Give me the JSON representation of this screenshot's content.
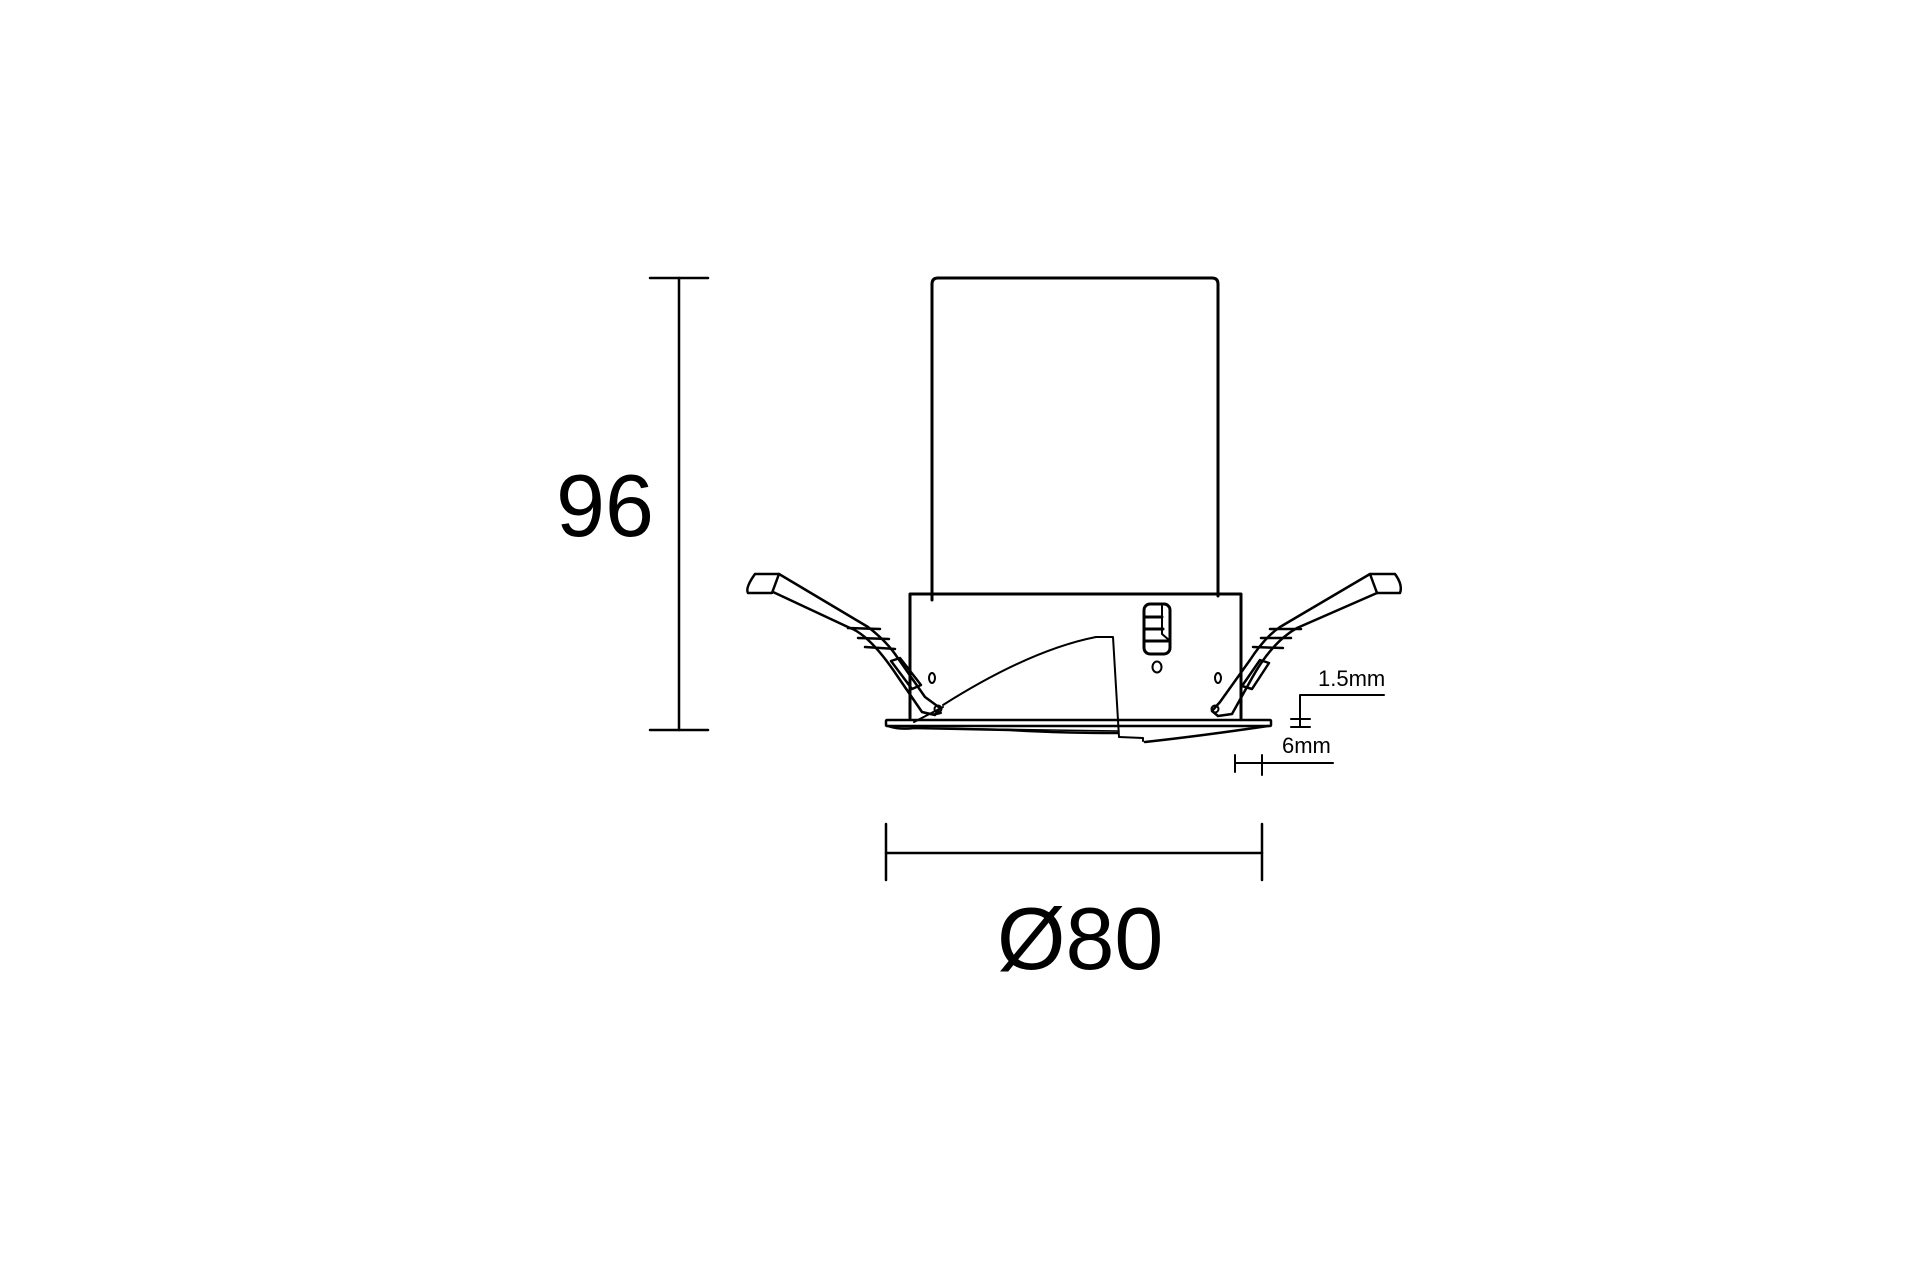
{
  "drawing": {
    "title": "Recessed downlight side-view dimension drawing",
    "units": "mm",
    "background_color": "#ffffff",
    "line_color": "#000000",
    "dimensions": {
      "height": {
        "label": "96",
        "value": 96
      },
      "diameter": {
        "label": "Ø80",
        "value": 80
      },
      "trim_thickness": {
        "label": "1.5mm",
        "value": 1.5
      },
      "trim_overhang": {
        "label": "6mm",
        "value": 6
      }
    },
    "components": [
      "housing-cylinder",
      "lower-body",
      "left-spring-clip",
      "right-spring-clip",
      "adjustment-knob",
      "tilted-reflector",
      "trim-bezel"
    ]
  }
}
